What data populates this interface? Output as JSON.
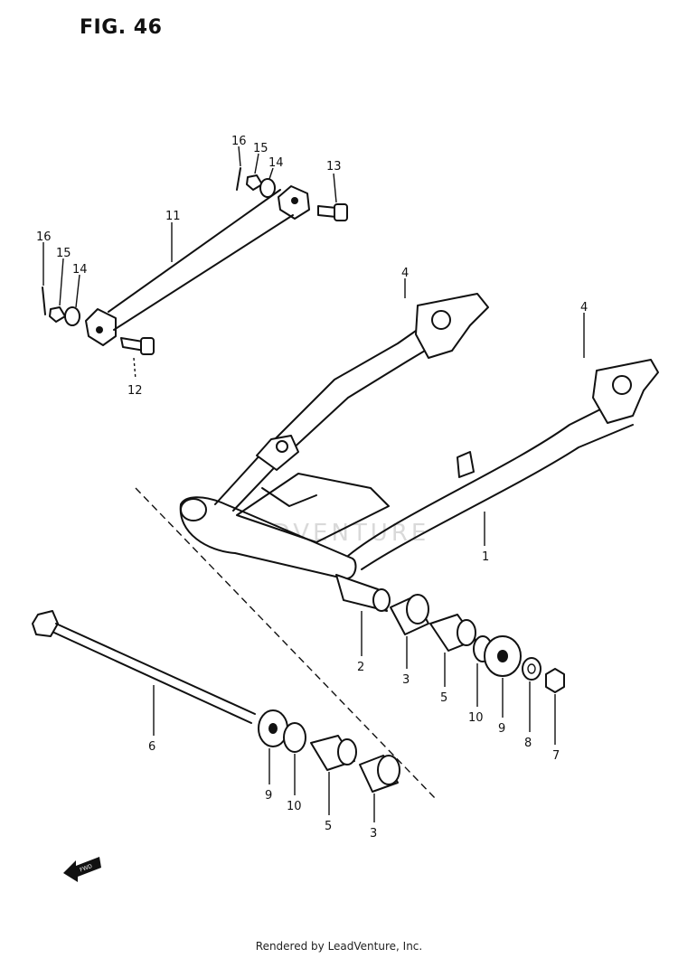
{
  "figure_title": "FIG. 46",
  "watermark": "LEADVENTURE",
  "footer": "Rendered by LeadVenture, Inc.",
  "direction_marker": "FWD",
  "callouts": {
    "c1": "1",
    "c2": "2",
    "c3a": "3",
    "c3b": "3",
    "c4a": "4",
    "c4b": "4",
    "c5a": "5",
    "c5b": "5",
    "c6": "6",
    "c7": "7",
    "c8": "8",
    "c9a": "9",
    "c9b": "9",
    "c10a": "10",
    "c10b": "10",
    "c11": "11",
    "c12": "12",
    "c13": "13",
    "c14a": "14",
    "c14b": "14",
    "c15a": "15",
    "c15b": "15",
    "c16a": "16",
    "c16b": "16"
  }
}
